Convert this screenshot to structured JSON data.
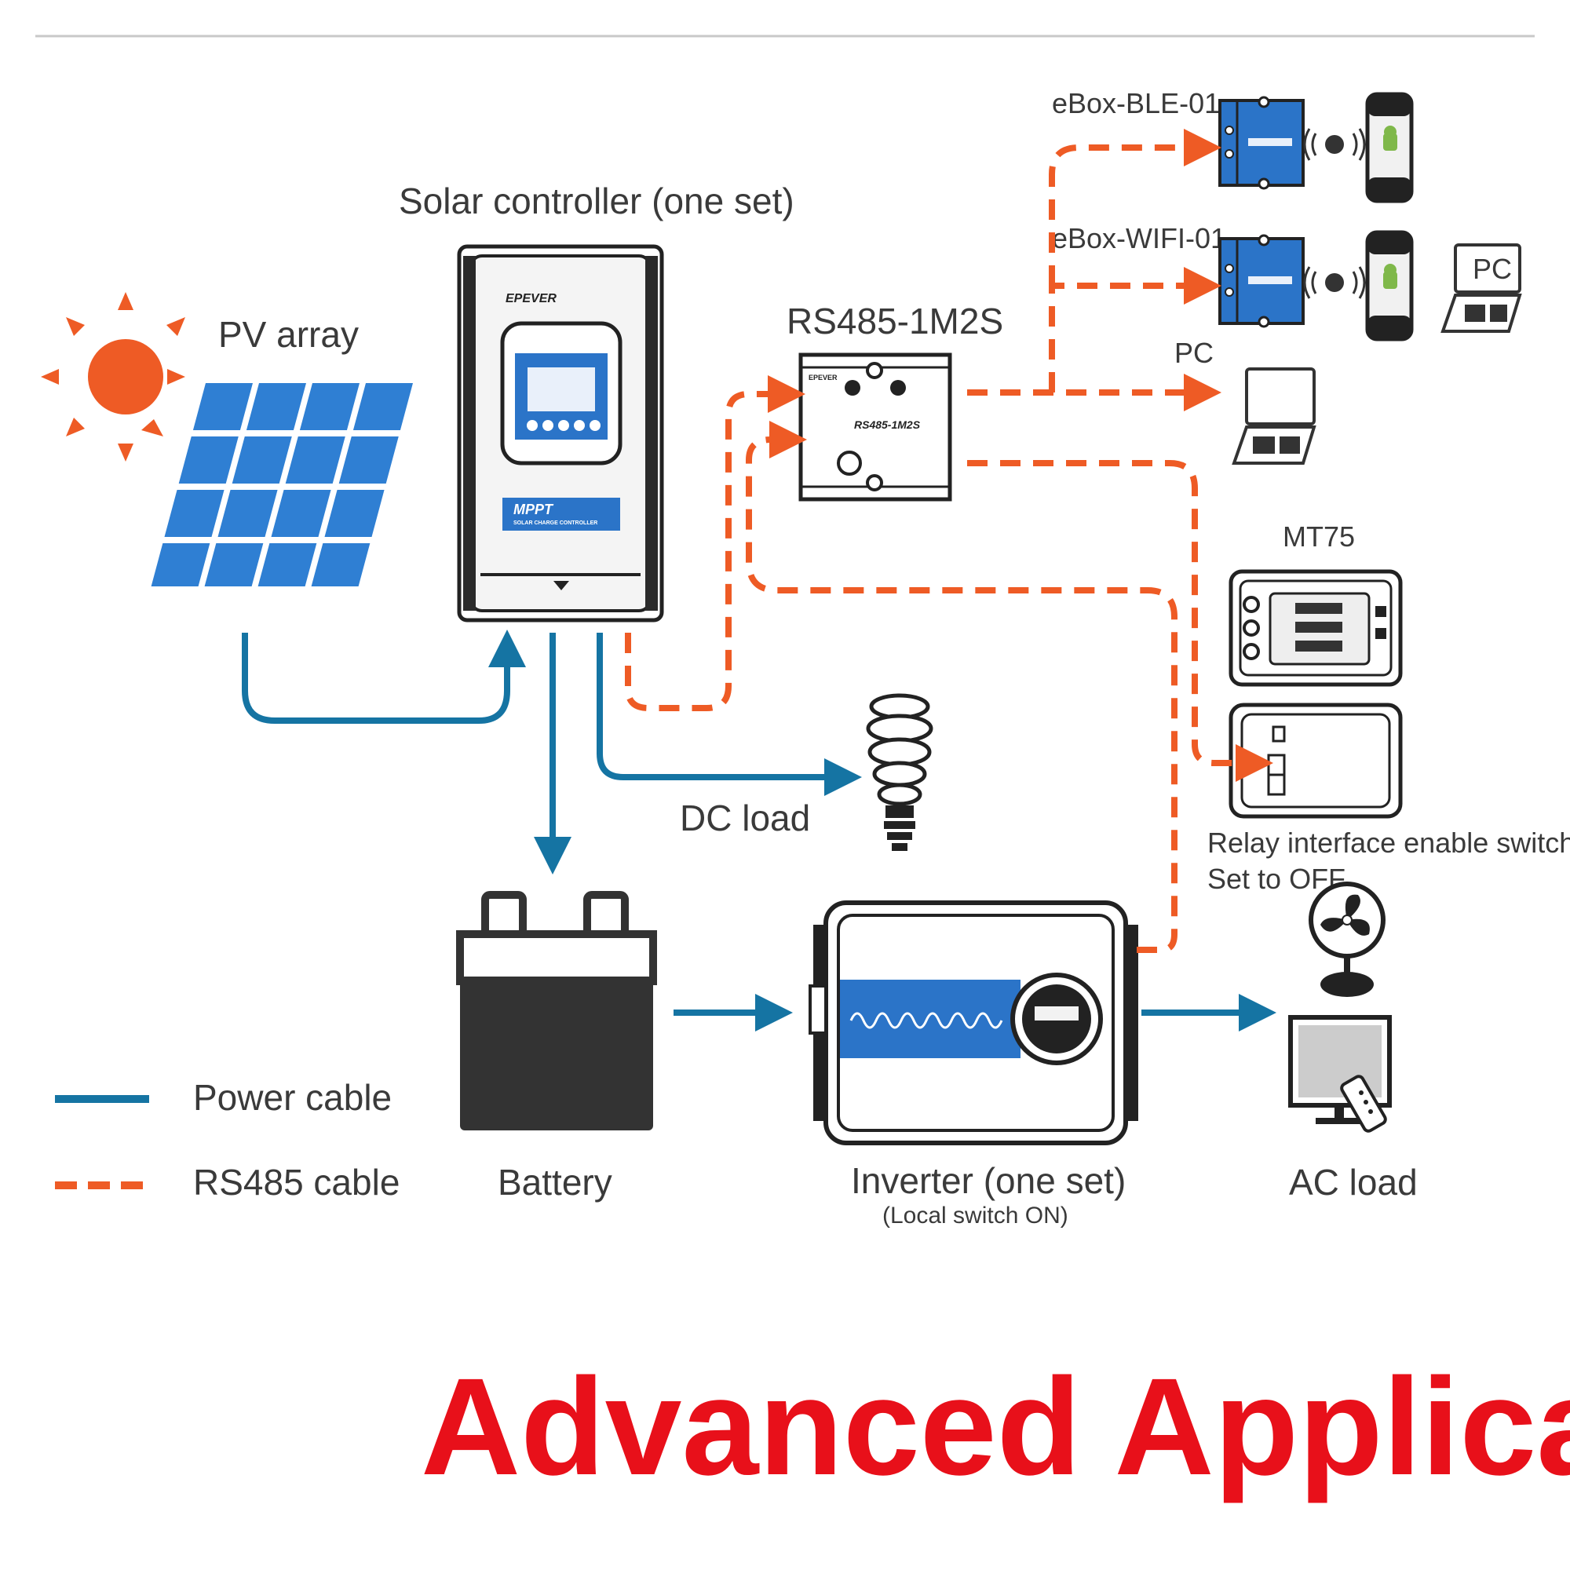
{
  "labels": {
    "pv_array": "PV array",
    "solar_controller": "Solar controller (one set)",
    "rs485_module": "RS485-1M2S",
    "ebox_ble": "eBox-BLE-01",
    "ebox_wifi": "eBox-WIFI-01",
    "pc_top": "PC",
    "pc_mid": "PC",
    "mt75": "MT75",
    "relay_switch_line1": "Relay interface enable switch",
    "relay_switch_line2": "Set to OFF",
    "dc_load": "DC load",
    "battery": "Battery",
    "inverter": "Inverter (one set)",
    "inverter_sub": "(Local switch ON)",
    "ac_load": "AC load"
  },
  "device_text": {
    "brand": "EPEVER",
    "mppt": "MPPT",
    "mppt_sub": "SOLAR CHARGE CONTROLLER",
    "module_name": "RS485-1M2S"
  },
  "legend": {
    "power_cable": "Power cable",
    "rs485_cable": "RS485 cable"
  },
  "colors": {
    "power_cable": "#1574a3",
    "rs485_cable": "#ee5b25",
    "title": "#e8101a",
    "sun": "#ee5b25",
    "panel": "#2f7fd3"
  },
  "title": "Advanced Application"
}
